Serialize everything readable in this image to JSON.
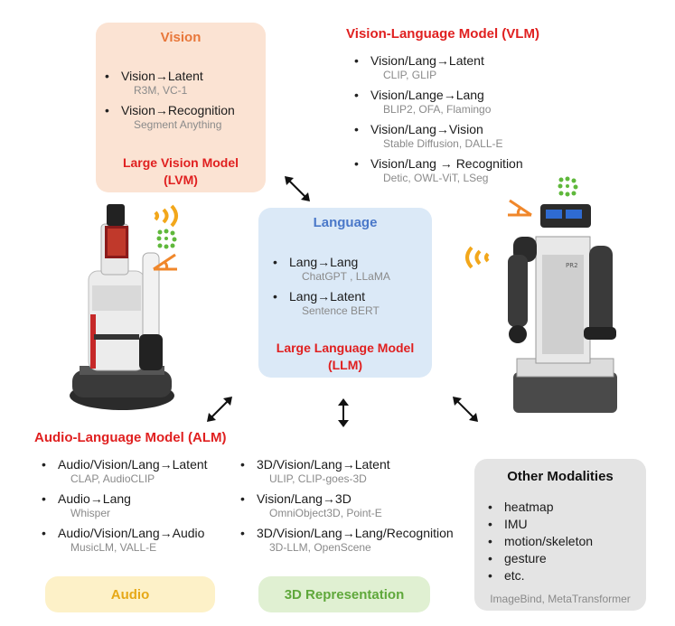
{
  "colors": {
    "vision_panel": "#fbe3d3",
    "language_panel": "#dbe9f7",
    "audio_panel": "#fdf1c8",
    "three_d_panel": "#e0f0d2",
    "other_panel": "#e4e4e4",
    "vision_title": "#e8773a",
    "language_title": "#4a78c9",
    "audio_title": "#e6a817",
    "three_d_title": "#5fa83b",
    "model_red": "#e02020",
    "example_grey": "#8a8a8a"
  },
  "vision": {
    "title": "Vision",
    "items": [
      {
        "label": "Vision→Latent",
        "examples": "R3M, VC-1"
      },
      {
        "label": "Vision→Recognition",
        "examples": "Segment Anything"
      }
    ],
    "model_line1": "Large Vision Model",
    "model_line2": "(LVM)"
  },
  "vlm": {
    "title": "Vision-Language Model (VLM)",
    "items": [
      {
        "label": "Vision/Lang→Latent",
        "examples": "CLIP, GLIP"
      },
      {
        "label": "Vision/Lange→Lang",
        "examples": "BLIP2, OFA, Flamingo"
      },
      {
        "label": "Vision/Lang→Vision",
        "examples": "Stable Diffusion, DALL-E"
      },
      {
        "label": "Vision/Lang → Recognition",
        "examples": "Detic, OWL-ViT, LSeg"
      }
    ]
  },
  "language": {
    "title": "Language",
    "items": [
      {
        "label": "Lang→Lang",
        "examples": "ChatGPT , LLaMA"
      },
      {
        "label": "Lang→Latent",
        "examples": "Sentence BERT"
      }
    ],
    "model_line1": "Large Language Model",
    "model_line2": "(LLM)"
  },
  "alm": {
    "title": "Audio-Language Model (ALM)",
    "items": [
      {
        "label": "Audio/Vision/Lang→Latent",
        "examples": "CLAP, AudioCLIP"
      },
      {
        "label": "Audio→Lang",
        "examples": "Whisper"
      },
      {
        "label": "Audio/Vision/Lang→Audio",
        "examples": "MusicLM, VALL-E"
      }
    ]
  },
  "three_d": {
    "items": [
      {
        "label": "3D/Vision/Lang→Latent",
        "examples": "ULIP, CLIP-goes-3D"
      },
      {
        "label": "Vision/Lang→3D",
        "examples": "OmniObject3D, Point-E"
      },
      {
        "label": "3D/Vision/Lang→Lang/Recognition",
        "examples": "3D-LLM, OpenScene"
      }
    ]
  },
  "other": {
    "title": "Other Modalities",
    "items": [
      "heatmap",
      "IMU",
      "motion/skeleton",
      "gesture",
      "etc."
    ],
    "footer": "ImageBind, MetaTransformer"
  },
  "footer_panels": {
    "audio": "Audio",
    "three_d": "3D Representation"
  },
  "robot_right_badge": "PR2"
}
